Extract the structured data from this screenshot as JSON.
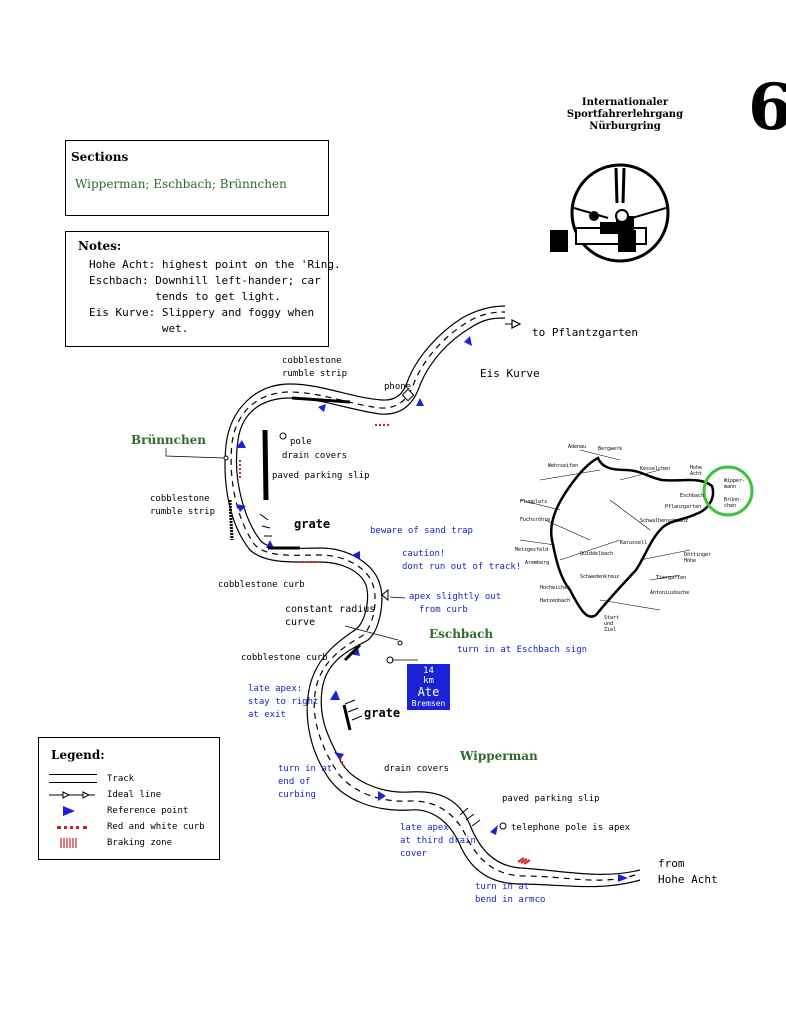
{
  "page_number": "6",
  "header": {
    "line1": "Internationaler",
    "line2": "Sportfahrerlehrgang",
    "line3": "Nürburgring"
  },
  "sections": {
    "title": "Sections",
    "text": "Wipperman; Eschbach; Brünnchen"
  },
  "notes": {
    "title": "Notes:",
    "lines": [
      "Hohe Acht: highest point on the 'Ring.",
      "Eschbach: Downhill left-hander; car",
      "          tends to get light.",
      "Eis Kurve: Slippery and foggy when",
      "           wet."
    ]
  },
  "legend": {
    "title": "Legend:",
    "items": [
      {
        "label": "Track",
        "symbol": "track-line"
      },
      {
        "label": "Ideal line",
        "symbol": "ideal-line-arrows"
      },
      {
        "label": "Reference point",
        "symbol": "blue-triangle"
      },
      {
        "label": "Red and white curb",
        "symbol": "red-dotted"
      },
      {
        "label": "Braking zone",
        "symbol": "red-hatch"
      }
    ]
  },
  "section_names": {
    "brunnchen": "Brünnchen",
    "eschbach": "Eschbach",
    "wipperman": "Wipperman"
  },
  "labels": {
    "to_pflantzgarten": "to Pflantzgarten",
    "eis_kurve": "Eis Kurve",
    "phone": "phone",
    "cobblestone_rumble_top_1": "cobblestone",
    "cobblestone_rumble_top_2": "rumble strip",
    "pole": "pole",
    "drain_covers_top": "drain covers",
    "paved_parking_top": "paved parking slip",
    "cobblestone_rumble_left_1": "cobblestone",
    "cobblestone_rumble_left_2": "rumble strip",
    "grate_top": "grate",
    "beware_sand": "beware of sand trap",
    "caution_1": "caution!",
    "caution_2": "dont run out of track!",
    "cobblestone_curb_1": "cobblestone curb",
    "constant_radius_1": "constant radius",
    "constant_radius_2": "curve",
    "apex_slightly_1": "apex slightly out",
    "apex_slightly_2": "from curb",
    "turn_in_eschbach": "turn in at Eschbach sign",
    "cobblestone_curb_2": "cobblestone curb",
    "late_apex_1": "late apex:",
    "late_apex_2": "stay to right",
    "late_apex_3": "at exit",
    "grate_bottom": "grate",
    "turn_in_end_1": "turn in at",
    "turn_in_end_2": "end of",
    "turn_in_end_3": "curbing",
    "drain_covers_bottom": "drain covers",
    "paved_parking_bottom": "paved parking slip",
    "telephone_pole": "telephone pole is apex",
    "late_apex_third_1": "late apex",
    "late_apex_third_2": "at third drain",
    "late_apex_third_3": "cover",
    "turn_in_armco_1": "turn in at",
    "turn_in_armco_2": "bend in armco",
    "from_1": "from",
    "from_2": "Hohe Acht"
  },
  "km_sign": {
    "km_value": "14",
    "km_unit": "km",
    "brand": "Ate",
    "text": "Bremsen"
  },
  "overview_map": {
    "labels": [
      "Adenau",
      "Wehrseifen",
      "Bergwerk",
      "Kesselchen",
      "Hohe Acht",
      "Wipper-mann",
      "Eschbach",
      "Brünn-chen",
      "Pflanzgarten",
      "Schwalbenschwanz",
      "Döttinger Höhe",
      "Start und Ziel",
      "Aremberg",
      "Hatzenbach",
      "Fuchsröhre",
      "Flugplatz",
      "Quiddelbach",
      "Schwedenkreuz",
      "Metzgesfeld",
      "Hocheichen",
      "Antoniusbuche",
      "Tiergarten",
      "Karussell"
    ],
    "highlight_color": "#3cc23c"
  },
  "colors": {
    "blue": "#1a23c9",
    "green_text": "#2f6b2c",
    "red": "#d42020",
    "highlight": "#3cc23c"
  }
}
